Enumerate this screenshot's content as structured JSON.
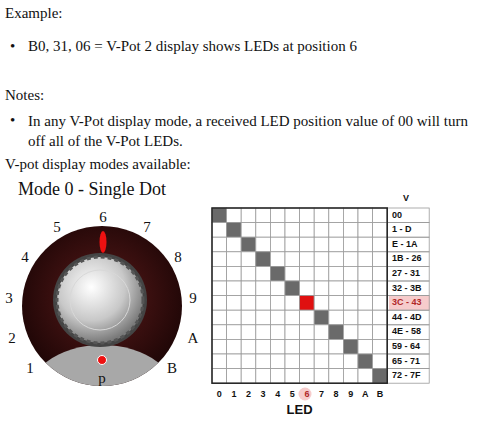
{
  "diagram": {
    "labels": [
      "Example:",
      "•",
      "B0, 31, 06 = V-Pot 2 display shows LEDs at position 6",
      "Notes:",
      "•",
      "In any V-Pot display mode, a received LED position value of 00 will turn off all of the V-Pot LEDs.",
      "V-pot display modes available:",
      "Mode 0 - Single Dot",
      "1",
      "2",
      "3",
      "4",
      "5",
      "6",
      "7",
      "8",
      "9",
      "A",
      "B",
      "p",
      "V",
      "00",
      "1 - D",
      "E - 1A",
      "1B - 26",
      "27 - 31",
      "32 - 3B",
      "3C - 43",
      "44 - 4D",
      "4E - 58",
      "59 - 64",
      "65 - 71",
      "72 - 7F",
      "0",
      "1",
      "2",
      "3",
      "4",
      "5",
      "6",
      "7",
      "8",
      "9",
      "A",
      "B",
      "LED"
    ]
  }
}
